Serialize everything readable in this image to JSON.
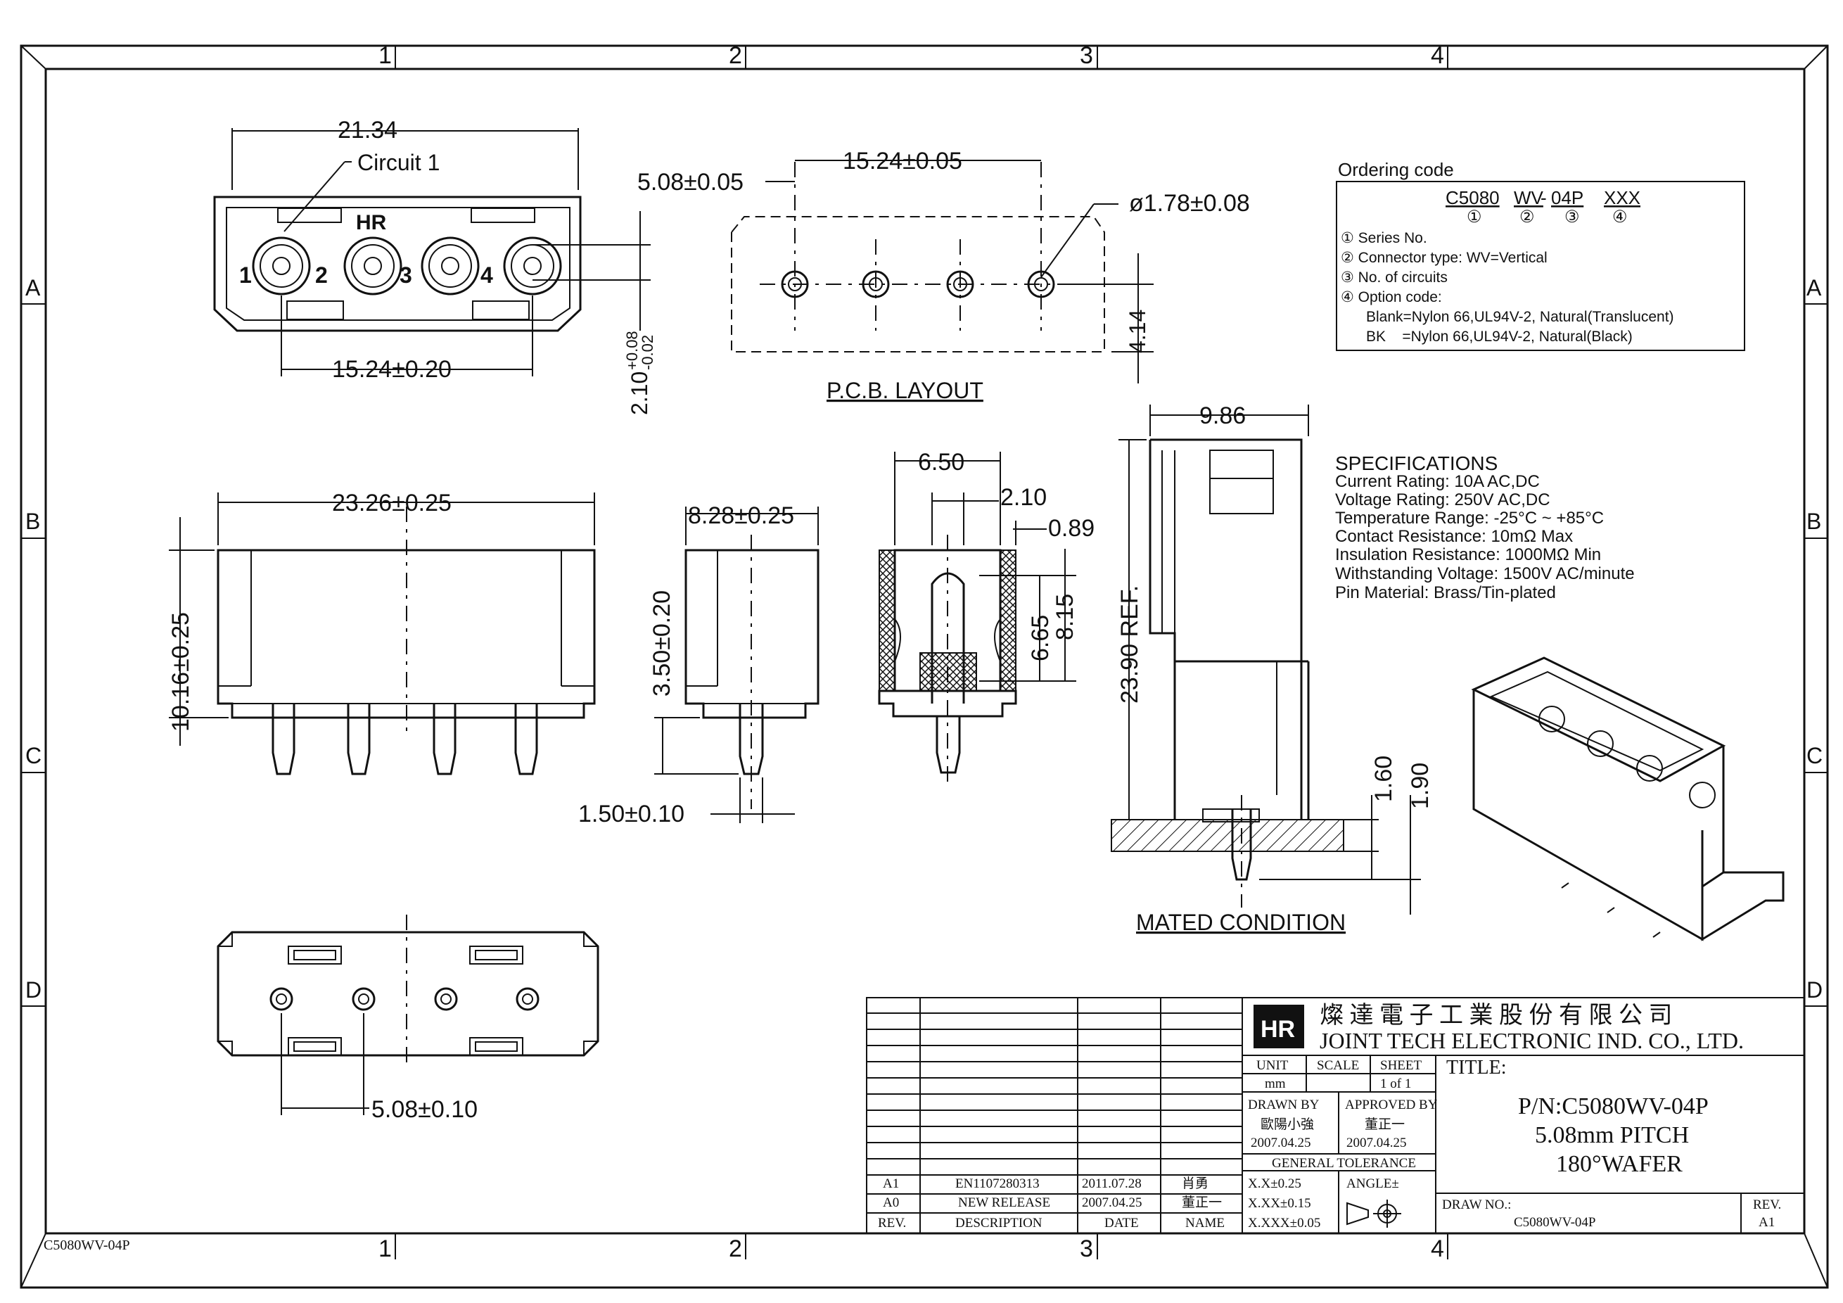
{
  "frame": {
    "col_labels": [
      "1",
      "2",
      "3",
      "4"
    ],
    "row_labels": [
      "A",
      "B",
      "C",
      "D"
    ],
    "footer_code": "C5080WV-04P"
  },
  "front_view": {
    "width_label": "21.34",
    "circuit_label": "Circuit 1",
    "brand_mark": "HR",
    "pin_numbers": [
      "1",
      "2",
      "3",
      "4"
    ],
    "pitch_label": "15.24±0.20",
    "height_label": "2.10",
    "height_tol_upper": "+0.08",
    "height_tol_lower": "-0.02"
  },
  "pcb_layout": {
    "title": "P.C.B. LAYOUT",
    "first_pitch_label": "5.08±0.05",
    "span_label": "15.24±0.05",
    "hole_label": "ø1.78±0.08",
    "offset_label": "4.14"
  },
  "side_views": {
    "width_label": "23.26±0.25",
    "height_label": "10.16±0.25",
    "depth_label": "8.28±0.25",
    "pin_length_label": "3.50±0.20",
    "pin_width_label": "1.50±0.10",
    "sec_width_label": "6.50",
    "wall_label": "2.10",
    "inner_label": "0.89",
    "contact_label_1": "6.65",
    "contact_label_2": "8.15"
  },
  "mated_condition": {
    "title": "MATED CONDITION",
    "width_label": "9.86",
    "height_label": "23.90 REF.",
    "board_label_1": "1.60",
    "board_label_2": "1.90"
  },
  "bottom_view": {
    "pitch_label": "5.08±0.10"
  },
  "ordering": {
    "title": "Ordering code",
    "code_parts": [
      "C5080",
      "WV",
      "-",
      "04P",
      "XXX"
    ],
    "code_marks": [
      "①",
      "②",
      "③",
      "④"
    ],
    "items": [
      "① Series No.",
      "② Connector type: WV=Vertical",
      "③ No. of circuits",
      "④ Option code:",
      "Blank=Nylon 66,UL94V-2, Natural(Translucent)",
      "BK    =Nylon 66,UL94V-2, Natural(Black)"
    ]
  },
  "specifications": {
    "title": "SPECIFICATIONS",
    "lines": [
      "Current Rating: 10A AC,DC",
      "Voltage Rating: 250V AC,DC",
      "Temperature Range: -25°C ~ +85°C",
      "Contact Resistance: 10mΩ Max",
      "Insulation Resistance: 1000MΩ Min",
      "Withstanding Voltage: 1500V AC/minute",
      "Pin Material: Brass/Tin-plated"
    ]
  },
  "title_block": {
    "company_cn": "燦 達 電 子 工 業 股 份 有 限 公 司",
    "company_en": "JOINT TECH ELECTRONIC IND. CO., LTD.",
    "unit_label": "UNIT",
    "unit_value": "mm",
    "scale_label": "SCALE",
    "sheet_label": "SHEET",
    "sheet_value": "1 of 1",
    "title_label": "TITLE:",
    "title_lines": [
      "P/N:C5080WV-04P",
      "5.08mm PITCH",
      "180°WAFER"
    ],
    "drawn_by_label": "DRAWN BY",
    "drawn_by_name": "歐陽小強",
    "drawn_by_date": "2007.04.25",
    "approved_by_label": "APPROVED BY",
    "approved_by_name": "董正一",
    "approved_by_date": "2007.04.25",
    "tolerance_label": "GENERAL TOLERANCE",
    "tolerances": [
      "X.X±0.25",
      "X.XX±0.15",
      "X.XXX±0.05"
    ],
    "angle_label": "ANGLE±",
    "draw_no_label": "DRAW NO.:",
    "draw_no_value": "C5080WV-04P",
    "rev_label": "REV.",
    "rev_value": "A1",
    "revisions": [
      {
        "rev": "A1",
        "desc": "EN1107280313",
        "date": "2011.07.28",
        "name": "肖勇"
      },
      {
        "rev": "A0",
        "desc": "NEW RELEASE",
        "date": "2007.04.25",
        "name": "董正一"
      }
    ],
    "rev_headers": {
      "rev": "REV.",
      "desc": "DESCRIPTION",
      "date": "DATE",
      "name": "NAME"
    }
  }
}
